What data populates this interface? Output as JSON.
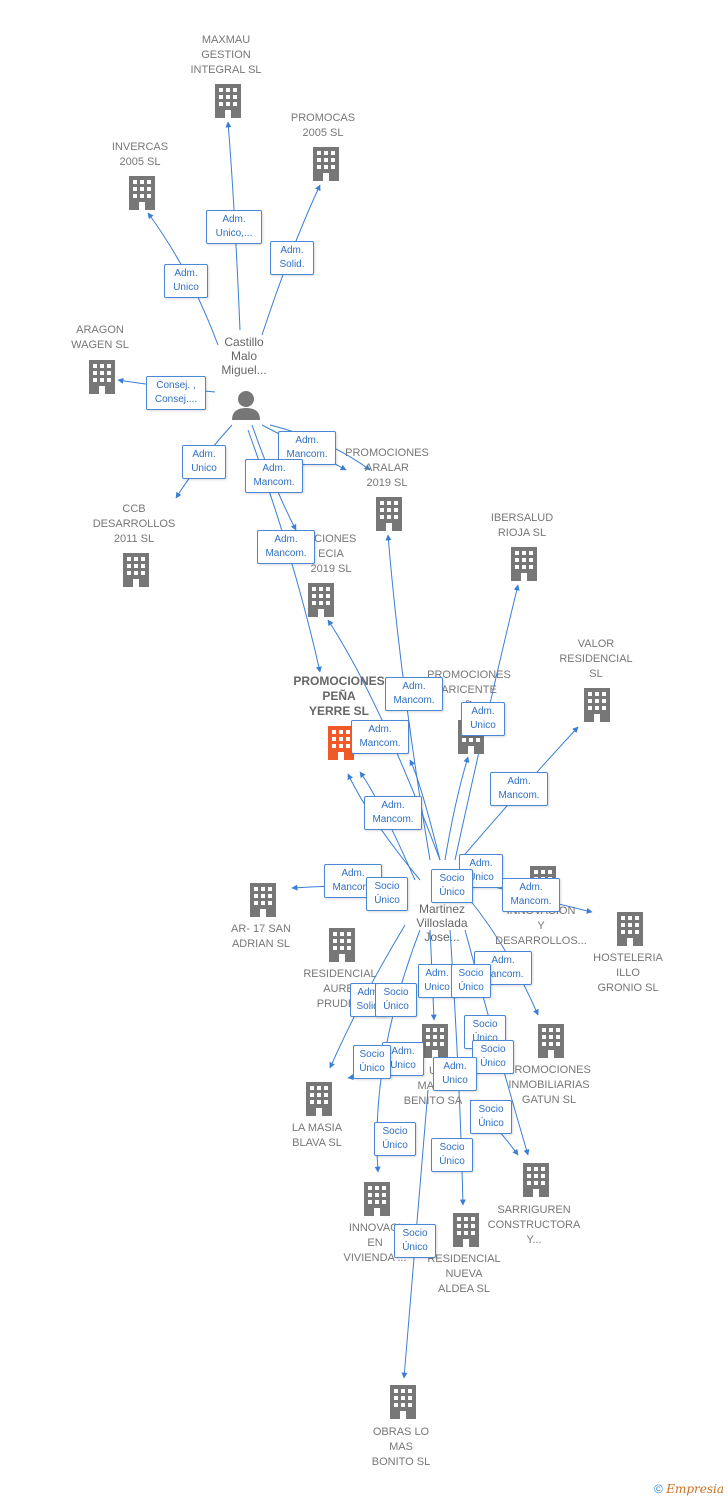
{
  "colors": {
    "edge": "#3a7fd5",
    "building": "#777777",
    "main_building": "#f05a28",
    "person": "#777777"
  },
  "person": {
    "label": "Castillo\nMalo\nMiguel...",
    "icon": "person-icon"
  },
  "person2": {
    "label": "Martinez\nVilloslada\nJose..."
  },
  "companies": [
    {
      "key": "maxmau",
      "label": "MAXMAU\nGESTION\nINTEGRAL SL"
    },
    {
      "key": "promocas",
      "label": "PROMOCAS\n2005 SL"
    },
    {
      "key": "invercas",
      "label": "INVERCAS\n2005 SL"
    },
    {
      "key": "aragon",
      "label": "ARAGON\nWAGEN SL"
    },
    {
      "key": "ccb",
      "label": "CCB\nDESARROLLOS\n2011 SL"
    },
    {
      "key": "aralar",
      "label": "PROMOCIONES\nARALAR\n2019 SL"
    },
    {
      "key": "ibersalud",
      "label": "IBERSALUD\nRIOJA SL"
    },
    {
      "key": "valor",
      "label": "VALOR\nRESIDENCIAL\nSL"
    },
    {
      "key": "pyerre",
      "label": "PROMOCIONES\nPEÑA\nYERRE SL"
    },
    {
      "key": "aricente",
      "label": "PROMOCIONES\nARICENTE\nD"
    },
    {
      "key": "ocecia",
      "label": "OCIONES\nECIA\n2019 SL"
    },
    {
      "key": "ar17",
      "label": "AR- 17 SAN\nADRIAN SL"
    },
    {
      "key": "aurei",
      "label": "RESIDENCIAL\nAUREI\nPRUDEN"
    },
    {
      "key": "hosteleria",
      "label": "HOSTELERIA\nILLO\nGRONIO SL"
    },
    {
      "key": "innovacion_des",
      "label": "INNOVACION\nY\nDESARROLLOS..."
    },
    {
      "key": "gatun",
      "label": "PROMOCIONES\nINMOBILIARIAS\nGATUN SL"
    },
    {
      "key": "masia",
      "label": "LA MASIA\nBLAVA SL"
    },
    {
      "key": "martbenito",
      "label": "U\nMART\nBENITO SA"
    },
    {
      "key": "sarriguren",
      "label": "SARRIGUREN\nCONSTRUCTORA\nY..."
    },
    {
      "key": "innovivienda",
      "label": "INNOVACI\nEN\nVIVIENDA ..."
    },
    {
      "key": "nuevaaldea",
      "label": "RESIDENCIAL\nNUEVA\nALDEA SL"
    },
    {
      "key": "obras",
      "label": "OBRAS LO\nMAS\nBONITO SL"
    }
  ],
  "relations": [
    "Adm.\nUnico,...",
    "Adm.\nSolid.",
    "Adm.\nUnico",
    "Consej. ,\nConsej....",
    "Adm.\nUnico",
    "Adm.\nMancom.",
    "Adm.\nMancom.",
    "Adm.\nMancom.",
    "Adm.\nMancom.",
    "Adm.\nUnico",
    "Adm.\nMancom.",
    "Adm.\nMancom.",
    "Adm.\nMancom.",
    "Adm.\nMancom.",
    "Adm.\nUnico",
    "Socio\nÚnico",
    "Socio\nÚnico",
    "Adm.\nMancom.",
    "Adm.\nMancom.",
    "Adm.\nUnico",
    "Socio\nÚnico",
    "Adm.\nSolid.",
    "Socio\nÚnico",
    "Socio\nÚnico",
    "Adm.\nUnico",
    "Socio\nÚnico",
    "Socio\nÚnico",
    "Adm.\nUnico",
    "Socio\nÚnico",
    "Socio\nÚnico",
    "Socio\nÚnico",
    "Socio\nÚnico"
  ],
  "footer": {
    "copyright": "©",
    "brand": "Empresia"
  }
}
